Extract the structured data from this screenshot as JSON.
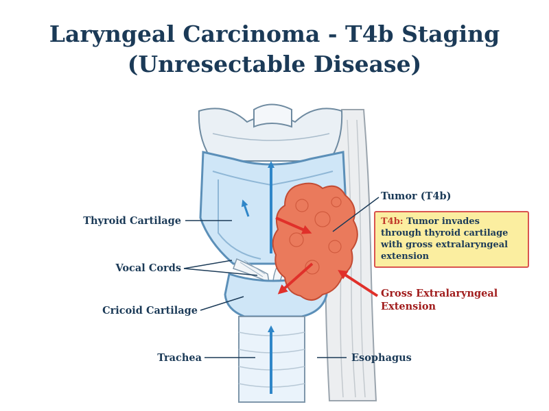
{
  "title": {
    "line1": "Laryngeal Carcinoma - T4b Staging",
    "line2": "(Unresectable Disease)"
  },
  "labels": {
    "thyroid_cartilage": "Thyroid Cartilage",
    "vocal_cords": "Vocal Cords",
    "cricoid_cartilage": "Cricoid Cartilage",
    "trachea": "Trachea",
    "esophagus": "Esophagus",
    "tumor_name": "Tumor",
    "tumor_stage": "(T4b)",
    "gross_ext_line1": "Gross Extralaryngeal",
    "gross_ext_line2": "Extension"
  },
  "callout": {
    "tag": "T4b:",
    "text": " Tumor invades through thyroid cartilage with gross extralaryngeal extension"
  },
  "colors": {
    "title": "#1b3a57",
    "cartilage_fill": "#cfe6f7",
    "cartilage_stroke": "#5b8fb8",
    "tumor_fill": "#ea7a5c",
    "tumor_stroke": "#c24b33",
    "arrow_blue": "#2f86c8",
    "arrow_red": "#e0302a",
    "callout_fill": "#fbeea0",
    "callout_border": "#d9534f",
    "accent_red": "#a11d1d"
  }
}
